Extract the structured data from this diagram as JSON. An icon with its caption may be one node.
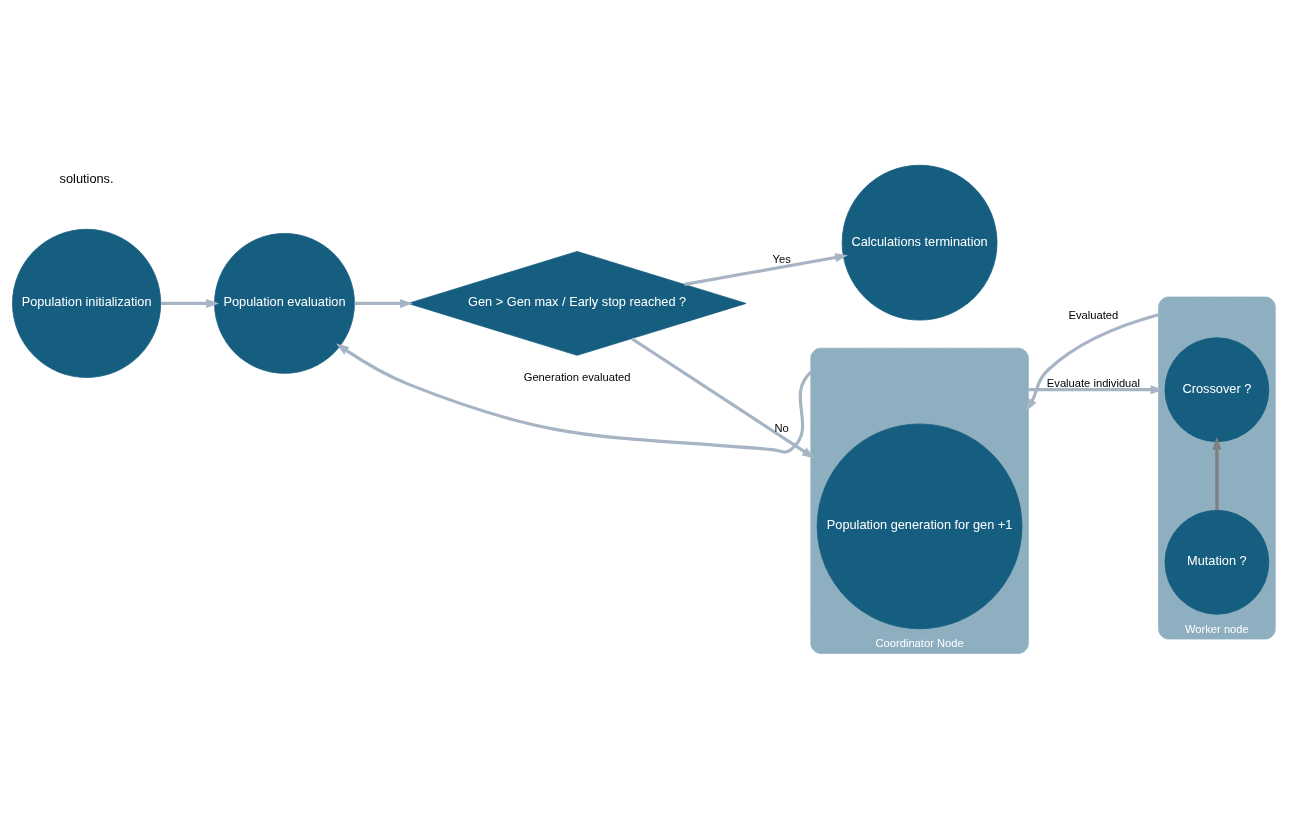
{
  "diagram": {
    "nodes": [
      {
        "text": [
          "Population initialization"
        ]
      },
      {
        "text": [
          "Population evaluation"
        ]
      },
      {
        "text": [
          "Gen > Gen max / Early stop reached ?"
        ]
      },
      {
        "text": [
          "Calculations termination"
        ]
      },
      {
        "text": [
          "Coordinator Node"
        ]
      },
      {
        "text": [
          "Population generation for gen +1"
        ],
        "in": 4
      },
      {
        "text": [
          "Worker node"
        ]
      },
      {
        "text": [
          "Mutation ?"
        ],
        "in": 6
      },
      {
        "text": [
          "Crossover ?"
        ],
        "in": 6
      }
    ],
    "edges": [
      {
        "from": 0,
        "to": 1,
        "arrow": "to"
      },
      {
        "from": 1,
        "to": 2,
        "arrow": "to"
      },
      {
        "from": 2,
        "to": 3,
        "arrow": "to",
        "label": "Yes"
      },
      {
        "from": 2,
        "to": 4,
        "arrow": "to",
        "label": "No"
      },
      {
        "from": 4,
        "to": 1,
        "arrow": "to",
        "label": "Generation evaluated"
      },
      {
        "from": 6,
        "to": 4,
        "arrow": "to",
        "label": "Evaluated"
      },
      {
        "from": 4,
        "to": 6,
        "arrow": "to",
        "label": "Evaluate individual"
      },
      {
        "from": 7,
        "to": 8,
        "arrow": "to",
        "color": "#7f7f7f"
      }
    ],
    "labels": [
      "solutions."
    ]
  }
}
